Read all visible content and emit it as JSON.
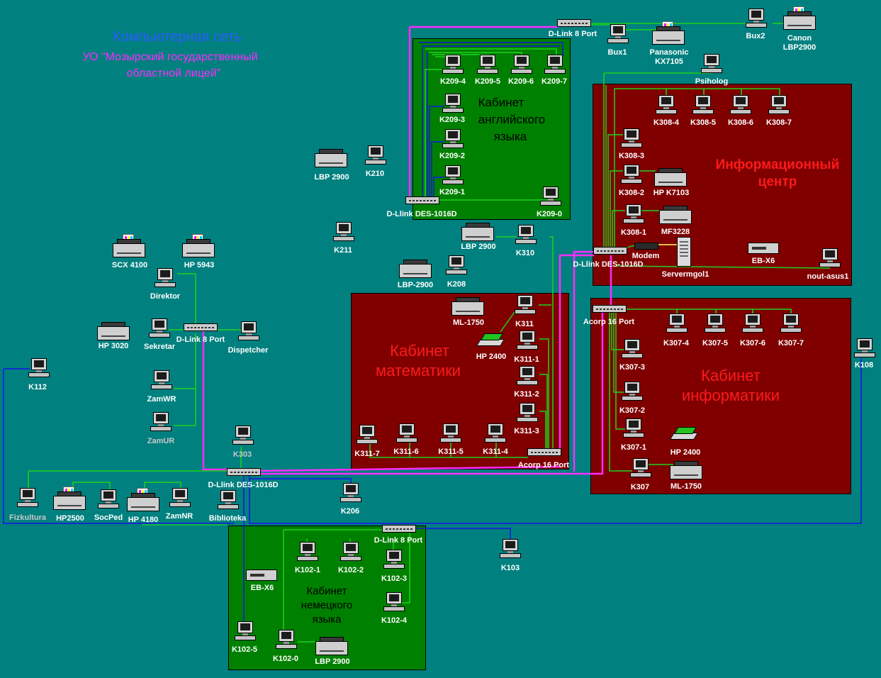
{
  "title": {
    "line1": "Компьютерная сеть",
    "line2": "УО \"Мозырский государственный",
    "line3": "областной лицей\""
  },
  "rooms": {
    "english": [
      "Кабинет",
      "английского",
      "языка"
    ],
    "info_center": [
      "Информационный",
      "центр"
    ],
    "math": [
      "Кабинет",
      "математики"
    ],
    "informatics": [
      "Кабинет",
      "информатики"
    ],
    "german": [
      "Кабинет",
      "немецкого",
      "языка"
    ]
  },
  "colors": {
    "background": "#00807f",
    "room_green": "#008000",
    "room_red": "#800000",
    "link_green": "#1cd31c",
    "link_blue": "#1414e6",
    "link_magenta": "#ff2bff",
    "title_blue": "#2d5cff",
    "title_magenta": "#ff2bff",
    "room_title_red": "#ff1a1a"
  },
  "switches": {
    "top_8port": "D-Link 8 Port",
    "des_english": "D-Llink  DES-1016D",
    "des_info": "D-Llink DES-1016D",
    "acorp_info": "Acorp 16 Port",
    "acorp_math": "Acorp 16 Port",
    "admin_8port": "D-Link 8 Port",
    "main_des": "D-Llink DES-1016D",
    "german_8port": "D-Link 8 Port"
  },
  "devices": {
    "top": {
      "bux1": "Bux1",
      "panasonic": [
        "Panasonic",
        "KX7105"
      ],
      "bux2": "Bux2",
      "canon": [
        "Canon",
        "LBP2900"
      ],
      "psiholog": "Psiholog"
    },
    "english": [
      "K209-4",
      "K209-5",
      "K209-6",
      "K209-7",
      "K209-3",
      "K209-2",
      "K209-1",
      "K209-0"
    ],
    "middle": {
      "lbp_k210": "LBP 2900",
      "k210": "K210",
      "k211": "K211",
      "lbp_k310": "LBP 2900",
      "k310": "K310",
      "lbp_k208": "LBP-2900",
      "k208": "K208"
    },
    "info_center": {
      "k308_4": "K308-4",
      "k308_5": "K308-5",
      "k308_6": "K308-6",
      "k308_7": "K308-7",
      "k308_3": "K308-3",
      "k308_2": "K308-2",
      "hp_k7103": "HP K7103",
      "k308_1": "K308-1",
      "mf3228": "MF3228",
      "modem": "Modem",
      "server": "Servermgol1",
      "ebx6": "EB-X6",
      "nout": "nout-asus1"
    },
    "admin": {
      "scx": "SCX 4100",
      "hp5943": "HP 5943",
      "direktor": "Direktor",
      "hp3020": "HP 3020",
      "sekretar": "Sekretar",
      "dispetcher": "Dispetcher",
      "zamwr": "ZamWR",
      "zamur": "ZamUR"
    },
    "math": {
      "ml1750": "ML-1750",
      "k311": "K311",
      "hp2400": "HP 2400",
      "k311_1": "K311-1",
      "k311_2": "K311-2",
      "k311_3": "K311-3",
      "k311_7": "K311-7",
      "k311_6": "K311-6",
      "k311_5": "K311-5",
      "k311_4": "K311-4"
    },
    "informatics": {
      "k307_4": "K307-4",
      "k307_5": "K307-5",
      "k307_6": "K307-6",
      "k307_7": "K307-7",
      "k307_3": "K307-3",
      "k307_2": "K307-2",
      "k307_1": "K307-1",
      "hp2400": "HP 2400",
      "k307": "K307",
      "ml1750": "ML-1750"
    },
    "left": {
      "k112": "K112",
      "k303": "K303",
      "fizkultura": "Fizkultura",
      "hp2500": "HP2500",
      "socped": "SocPed",
      "hp4180": "HP 4180",
      "zamnr": "ZamNR",
      "biblioteka": "Biblioteka",
      "k206": "K206",
      "k108": "K108",
      "k103": "K103"
    },
    "german": {
      "k102_1": "K102-1",
      "k102_2": "K102-2",
      "k102_3": "K102-3",
      "ebx6": "EB-X6",
      "k102_4": "K102-4",
      "k102_5": "K102-5",
      "k102_0": "K102-0",
      "lbp": "LBP 2900"
    }
  }
}
